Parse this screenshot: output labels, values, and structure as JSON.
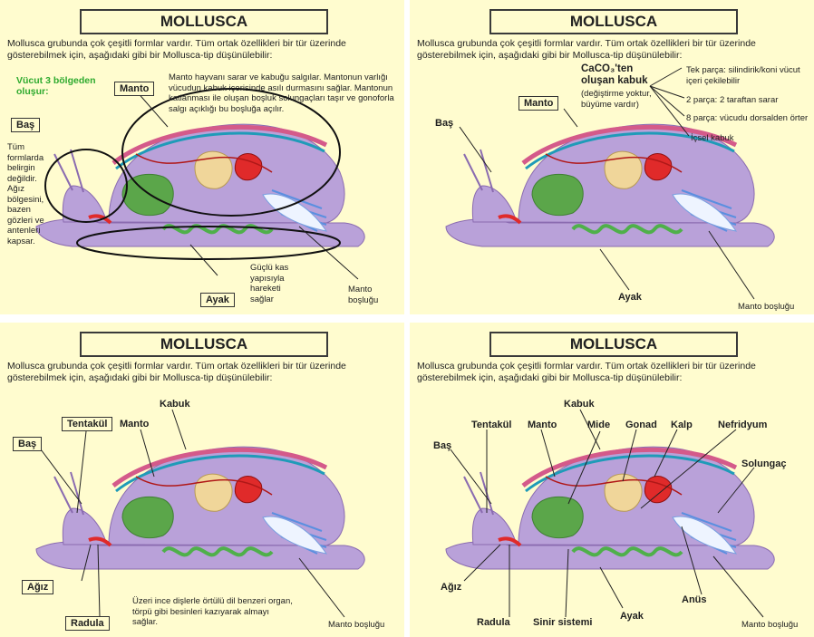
{
  "panels": [
    {
      "title": "MOLLUSCA",
      "intro": "Mollusca grubunda çok çeşitli formlar vardır. Tüm ortak özellikleri bir tür üzerinde gösterebilmek için, aşağıdaki gibi bir Mollusca-tip düşünülebilir:",
      "regions_heading": "Vücut 3 bölgeden oluşur:",
      "manto_label": "Manto",
      "manto_note": "Manto hayvanı sarar ve kabuğu salgılar. Mantonun varlığı vücudun kabuk içerisinde asılı durmasını sağlar. Mantonun katlanması ile oluşan boşluk solungaçları taşır ve gonoforla salgı açıklığı bu boşluğa açılır.",
      "bas_label": "Baş",
      "bas_note": "Tüm formlarda belirgin değildir. Ağız bölgesini, bazen gözleri ve antenleri kapsar.",
      "ayak_label": "Ayak",
      "ayak_note": "Güçlü kas yapısıyla hareketi sağlar",
      "manto_boslugu": "Manto boşluğu"
    },
    {
      "title": "MOLLUSCA",
      "intro": "Mollusca grubunda çok çeşitli formlar vardır. Tüm ortak özellikleri bir tür üzerinde gösterebilmek için, aşağıdaki gibi bir Mollusca-tip düşünülebilir:",
      "caco3_heading": "CaCO₃'ten oluşan kabuk",
      "caco3_sub": "(değiştirme yoktur, büyüme vardır)",
      "shell_types": [
        "Tek parça: silindirik/koni vücut içeri çekilebilir",
        "2 parça: 2 taraftan sarar",
        "8 parça: vücudu dorsalden örter",
        "İçsel kabuk"
      ],
      "manto_label": "Manto",
      "bas_label": "Baş",
      "ayak_label": "Ayak",
      "manto_boslugu": "Manto boşluğu"
    },
    {
      "title": "MOLLUSCA",
      "intro": "Mollusca grubunda çok çeşitli formlar vardır. Tüm ortak özellikleri bir tür üzerinde gösterebilmek için, aşağıdaki gibi bir Mollusca-tip düşünülebilir:",
      "kabuk": "Kabuk",
      "tentakul": "Tentakül",
      "manto": "Manto",
      "bas": "Baş",
      "agiz": "Ağız",
      "radula": "Radula",
      "radula_note": "Üzeri ince dişlerle örtülü dil benzeri organ, törpü gibi besinleri kazıyarak almayı sağlar.",
      "manto_boslugu": "Manto boşluğu"
    },
    {
      "title": "MOLLUSCA",
      "intro": "Mollusca grubunda çok çeşitli formlar vardır. Tüm ortak özellikleri bir tür üzerinde gösterebilmek için, aşağıdaki gibi bir Mollusca-tip düşünülebilir:",
      "kabuk": "Kabuk",
      "tentakul": "Tentakül",
      "manto": "Manto",
      "mide": "Mide",
      "gonad": "Gonad",
      "kalp": "Kalp",
      "nefridyum": "Nefridyum",
      "solungac": "Solungaç",
      "bas": "Baş",
      "agiz": "Ağız",
      "radula": "Radula",
      "sinir": "Sinir sistemi",
      "ayak": "Ayak",
      "anus": "Anüs",
      "manto_boslugu": "Manto boşluğu"
    }
  ]
}
